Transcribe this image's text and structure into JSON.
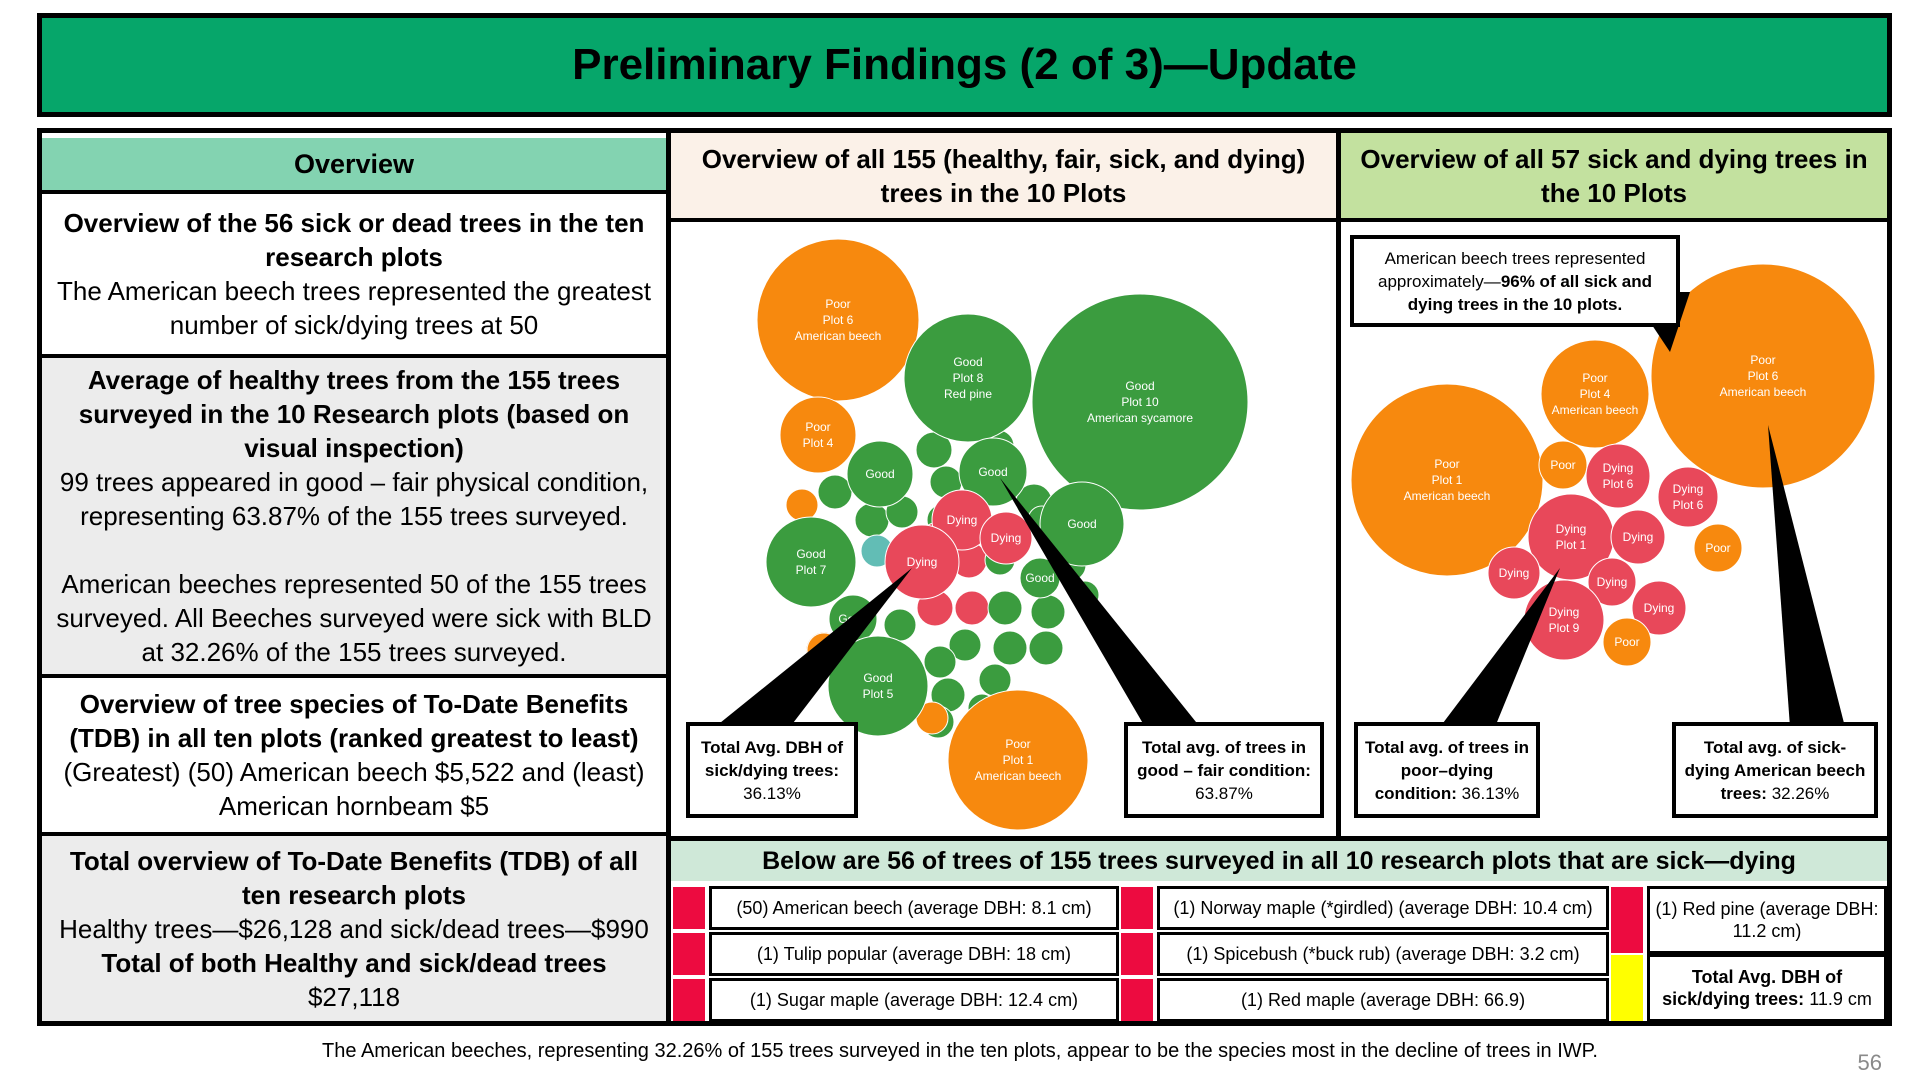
{
  "title": "Preliminary Findings (2 of 3)—Update",
  "overview": {
    "header": "Overview",
    "section1": {
      "heading": "Overview of the 56 sick or dead trees in the ten research plots",
      "body": "The American beech trees represented the greatest number of sick/dying trees at 50"
    },
    "section2": {
      "heading": "Average of healthy trees from the 155 trees surveyed in the 10 Research plots (based on visual inspection)",
      "body1": "99 trees appeared in good – fair physical condition, representing 63.87% of the 155 trees surveyed.",
      "body2": "American beeches represented 50 of the 155 trees surveyed. All Beeches surveyed were sick with BLD at 32.26% of the 155 trees surveyed."
    },
    "section3": {
      "heading": "Overview of tree species of To-Date Benefits (TDB) in all ten plots (ranked greatest to least)",
      "body": "(Greatest) (50) American beech $5,522 and (least) American hornbeam $5"
    },
    "section4": {
      "heading": "Total overview of To-Date Benefits (TDB) of all ten research plots",
      "body": "Healthy trees—$26,128 and sick/dead trees—$990",
      "heading2": "Total of both Healthy and sick/dead trees",
      "body2": "$27,118"
    }
  },
  "panel_middle": {
    "header": "Overview of all 155 (healthy, fair, sick, and dying) trees in the 10 Plots",
    "callout_left_label": "Total Avg. DBH of sick/dying trees:",
    "callout_left_value": "36.13%",
    "callout_right_label": "Total avg. of trees in good – fair condition:",
    "callout_right_value": "63.87%"
  },
  "panel_right": {
    "header": "Overview of all 57 sick and dying trees in the 10 Plots",
    "callout_top_text": "American beech trees represented approximately—",
    "callout_top_bold": "96% of all sick and dying trees in the 10 plots.",
    "callout_left_label": "Total avg. of trees in poor–dying condition:",
    "callout_left_value": "36.13%",
    "callout_right_label": "Total avg. of sick-dying American beech trees:",
    "callout_right_value": "32.26%"
  },
  "bottom": {
    "header": "Below are 56 of trees of 155 trees surveyed in all 10 research plots that are sick—dying",
    "col1": [
      "(50) American beech (average DBH: 8.1 cm)",
      "(1) Tulip popular (average DBH: 18 cm)",
      "(1) Sugar maple (average DBH: 12.4 cm)"
    ],
    "col2": [
      "(1) Norway maple (*girdled) (average DBH: 10.4 cm)",
      "(1) Spicebush (*buck rub) (average DBH: 3.2 cm)",
      "(1) Red maple (average DBH: 66.9)"
    ],
    "col3_top": "(1) Red pine (average DBH: 11.2 cm)",
    "col3_bottom_label": "Total Avg. DBH of sick/dying trees:",
    "col3_bottom_value": "11.9 cm"
  },
  "footer": "The American beeches, representing 32.26% of 155 trees surveyed in the ten plots, appear to be the species most in the decline of trees in IWP.",
  "page_number": "56",
  "colors": {
    "title_bg": "#06a66a",
    "overview_bg": "#83d3b1",
    "good": "#3b9c3f",
    "poor": "#f7890e",
    "dying": "#e8485a",
    "fair": "#62bdb5",
    "swatch_red": "#ed0b40",
    "swatch_yellow": "#ffff00"
  },
  "bubbles_middle": [
    {
      "status": "poor",
      "lines": [
        "Poor",
        "Plot 6",
        "American beech"
      ]
    },
    {
      "status": "poor",
      "lines": [
        "Poor",
        "Plot 4"
      ]
    },
    {
      "status": "good",
      "lines": [
        "Good",
        "Plot 8",
        "Red pine"
      ]
    },
    {
      "status": "good",
      "lines": [
        "Good",
        "Plot 10",
        "American sycamore"
      ]
    },
    {
      "status": "good",
      "lines": [
        "Good"
      ]
    },
    {
      "status": "good",
      "lines": [
        "Good"
      ]
    },
    {
      "status": "good",
      "lines": [
        "Good"
      ]
    },
    {
      "status": "good",
      "lines": [
        "Good",
        "Plot 7"
      ]
    },
    {
      "status": "good",
      "lines": [
        "Good"
      ]
    },
    {
      "status": "good",
      "lines": [
        "Good"
      ]
    },
    {
      "status": "good",
      "lines": [
        "Good",
        "Plot 5"
      ]
    },
    {
      "status": "dying",
      "lines": [
        "Dying"
      ]
    },
    {
      "status": "dying",
      "lines": [
        "Dying"
      ]
    },
    {
      "status": "dying",
      "lines": [
        "Dying"
      ]
    },
    {
      "status": "dying",
      "lines": [
        "Dying"
      ]
    },
    {
      "status": "poor",
      "lines": [
        "Poor",
        "Plot 1",
        "American beech"
      ]
    }
  ],
  "bubbles_right": [
    {
      "status": "poor",
      "lines": [
        "Poor",
        "Plot 6",
        "American beech"
      ]
    },
    {
      "status": "poor",
      "lines": [
        "Poor",
        "Plot 4",
        "American beech"
      ]
    },
    {
      "status": "poor",
      "lines": [
        "Poor",
        "Plot 1",
        "American beech"
      ]
    },
    {
      "status": "poor",
      "lines": [
        "Poor"
      ]
    },
    {
      "status": "dying",
      "lines": [
        "Dying",
        "Plot 6"
      ]
    },
    {
      "status": "dying",
      "lines": [
        "Dying",
        "Plot 6"
      ]
    },
    {
      "status": "dying",
      "lines": [
        "Dying",
        "Plot 1"
      ]
    },
    {
      "status": "dying",
      "lines": [
        "Dying"
      ]
    },
    {
      "status": "poor",
      "lines": [
        "Poor"
      ]
    },
    {
      "status": "dying",
      "lines": [
        "Dying"
      ]
    },
    {
      "status": "dying",
      "lines": [
        "Dying"
      ]
    },
    {
      "status": "dying",
      "lines": [
        "Dying"
      ]
    },
    {
      "status": "dying",
      "lines": [
        "Dying",
        "Plot 9"
      ]
    },
    {
      "status": "poor",
      "lines": [
        "Poor"
      ]
    }
  ]
}
